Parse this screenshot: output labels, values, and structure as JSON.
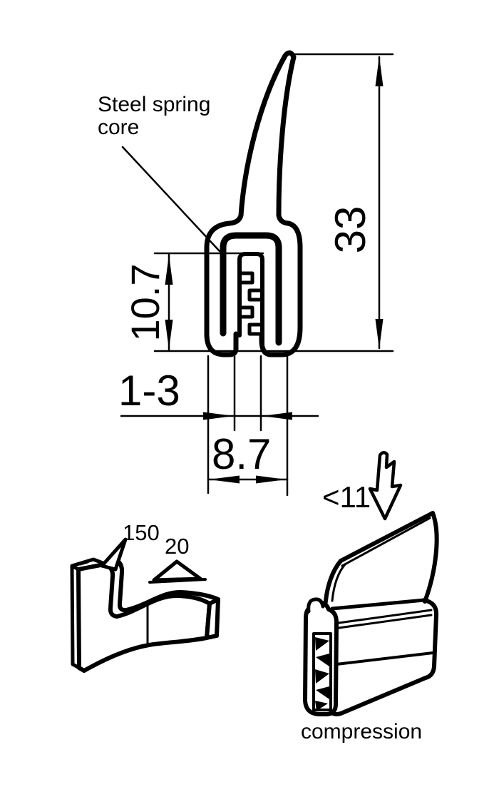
{
  "colors": {
    "ink": "#000000",
    "background": "#ffffff"
  },
  "cross_section": {
    "core_label": "Steel spring core",
    "dim_overall_height": "33",
    "dim_clamp_height": "10.7",
    "dim_grip_range": "1-3",
    "dim_overall_width": "8.7"
  },
  "bend_view": {
    "radius_large": "150",
    "radius_small": "20"
  },
  "compression_view": {
    "limit": "<11",
    "caption": "compression"
  }
}
